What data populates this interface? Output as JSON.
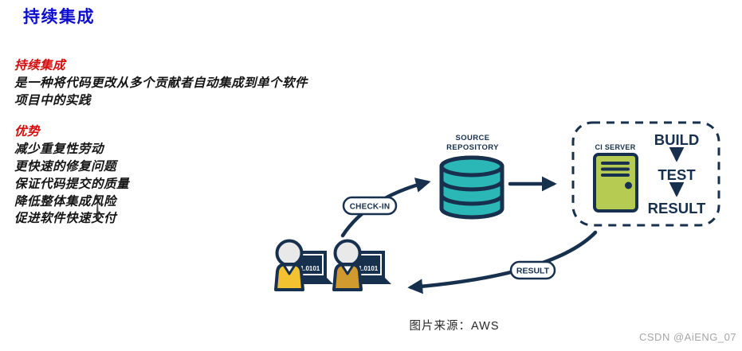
{
  "title": "持续集成",
  "intro": {
    "heading": "持续集成",
    "line1": "是一种将代码更改从多个贡献者自动集成到单个软件",
    "line2": "项目中的实践"
  },
  "advantages": {
    "heading": "优势",
    "items": [
      "减少重复性劳动",
      "更快速的修复问题",
      "保证代码提交的质量",
      "降低整体集成风险",
      "促进软件快速交付"
    ]
  },
  "diagram": {
    "source_repository": {
      "line1": "SOURCE",
      "line2": "REPOSITORY"
    },
    "ci_server_label": "CI SERVER",
    "check_in_label": "CHECK-IN",
    "result_pill_label": "RESULT",
    "steps": [
      "BUILD",
      "TEST",
      "RESULT"
    ],
    "laptop_text": "1.0101",
    "colors": {
      "navy": "#16304e",
      "teal": "#2ab7b5",
      "server_green": "#b5cb51",
      "developer1_shirt": "#f2c230",
      "developer2_shirt": "#d09a2e",
      "head_gray": "#e9e9e9",
      "heading_red": "#d40b0b",
      "title_blue": "#0e0ed2"
    }
  },
  "caption": "图片来源：AWS",
  "watermark": "CSDN @AiENG_07"
}
